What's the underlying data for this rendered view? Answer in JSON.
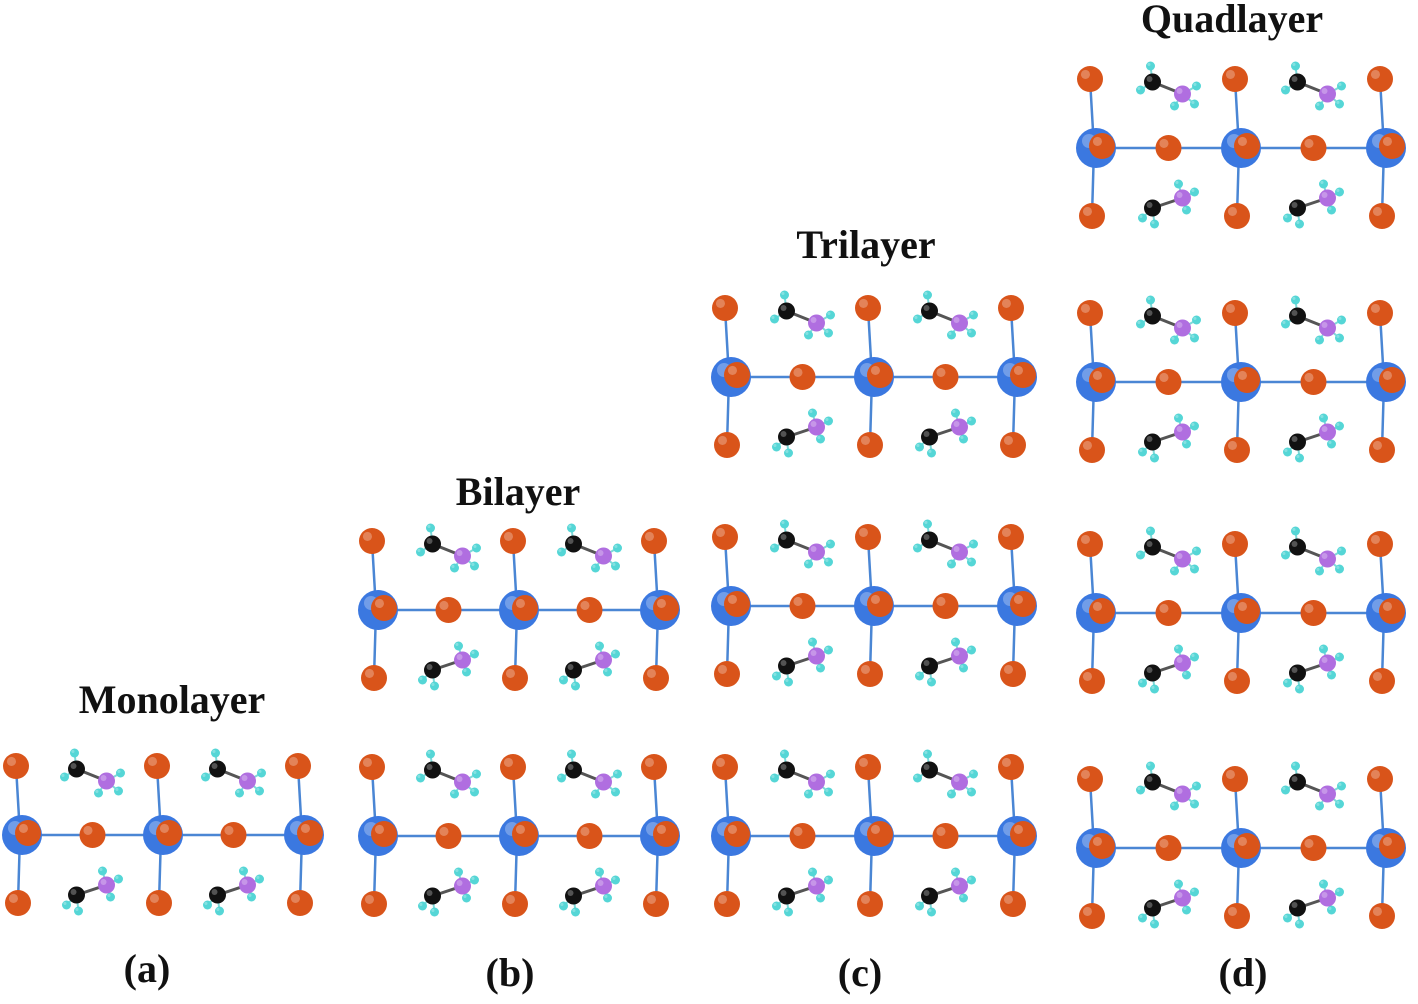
{
  "colors": {
    "metal": "#3b78e0",
    "halide": "#d9541a",
    "carbon": "#111111",
    "nitrogen": "#b06ee0",
    "hydrogen": "#55d6d6",
    "bond_blue": "#4a86d4",
    "bond_orange": "#c8561f",
    "bond_light": "#88c8e8"
  },
  "panels": [
    {
      "id": "a",
      "title": "Monolayer",
      "label": "(a)",
      "layers": 1
    },
    {
      "id": "b",
      "title": "Bilayer",
      "label": "(b)",
      "layers": 2
    },
    {
      "id": "c",
      "title": "Trilayer",
      "label": "(c)",
      "layers": 3
    },
    {
      "id": "d",
      "title": "Quadlayer",
      "label": "(d)",
      "layers": 4
    }
  ]
}
